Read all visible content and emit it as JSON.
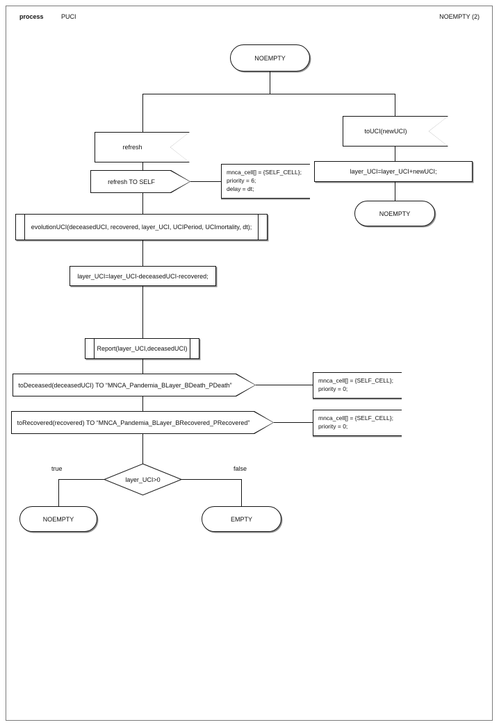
{
  "header": {
    "keyword": "process",
    "process_name": "PUCI",
    "page_ref": "NOEMPTY (2)"
  },
  "nodes": {
    "start_state": "NOEMPTY",
    "input_refresh": "refresh",
    "output_refresh_self": "refresh TO SELF",
    "comment_refresh": {
      "line1": "mnca_cell[] = {SELF_CELL};",
      "line2": "priority = 6;",
      "line3": "delay = dt;"
    },
    "proc_evolution": "evolutionUCI(deceasedUCI, recovered, layer_UCI, UCIPeriod, UCImortality, dt);",
    "task_layer_update": "layer_UCI=layer_UCI-deceasedUCI-recovered;",
    "proc_report": "Report(layer_UCI,deceasedUCI)",
    "output_deceased": "toDeceased(deceasedUCI) TO “MNCA_Pandemia_BLayer_BDeath_PDeath”",
    "comment_deceased": {
      "line1": "mnca_cell[] = {SELF_CELL};",
      "line2": "priority = 0;"
    },
    "output_recovered": "toRecovered(recovered) TO “MNCA_Pandemia_BLayer_BRecovered_PRecovered”",
    "comment_recovered": {
      "line1": "mnca_cell[] = {SELF_CELL};",
      "line2": "priority = 0;"
    },
    "decision_condition": "layer_UCI>0",
    "branch_true": "true",
    "branch_false": "false",
    "end_state_true": "NOEMPTY",
    "end_state_false": "EMPTY",
    "input_touci": "toUCI(newUCI)",
    "task_layer_add": "layer_UCI=layer_UCI+newUCI;",
    "end_state_touci": "NOEMPTY"
  },
  "colors": {
    "line": "#141414",
    "shadow": "#8d8d8d",
    "frame": "#7a7a7a",
    "background": "#ffffff"
  }
}
